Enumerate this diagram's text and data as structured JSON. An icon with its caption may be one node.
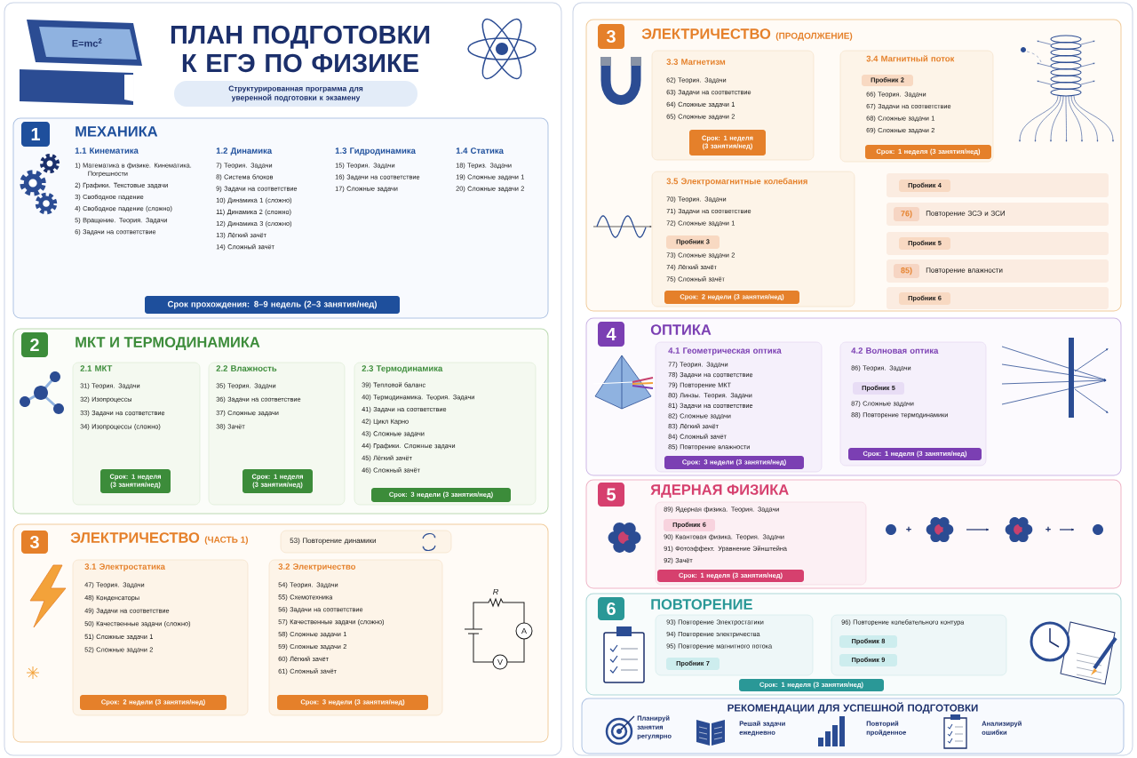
{
  "diagram": {
    "title": "ПЛАН ПОДГОТОВКИ К ЕГЭ ПО ФИЗИКЕ",
    "nodes": [
      {
        "text": [
          "Структурированная программа для уверенной подготовки к экзамену"
        ]
      },
      {
        "text": [
          "МЕХАНИКА",
          "1.1 Кинематика",
          "1) Математика в физике. Кинематика. Погрешности",
          "2) Графики. Текстовые задачи",
          "3) Свободное падение",
          "4) Свободное падение (сложно)",
          "5) Вращение. Теория. Задачи",
          "6) Задачи на соответствие",
          "1.2 Динамика",
          "7) Теория. Задачи",
          "8) Система блоков",
          "9) Задачи на соответствие",
          "10) Динамика 1 (сложно)",
          "11) Динамика 2 (сложно)",
          "12) Динамика 3 (сложно)",
          "13) Лёгкий зачёт",
          "14) Сложный зачёт",
          "1.3 Гидродинамика",
          "15) Теория. Задачи",
          "16) Задачи на соответствие",
          "17) Сложные задачи",
          "1.4 Статика",
          "18) Териз. Задачи",
          "19) Сложные задачи 1",
          "20) Сложные задачи 2"
        ]
      },
      {
        "text": [
          "1"
        ],
        "in": 1
      },
      {
        "text": [
          "Срок прохождения: 8–9 недель (2–3 занятия/нед)"
        ],
        "in": 1
      },
      {
        "text": [
          "МКТ И ТЕРМОДИНАМИКА"
        ]
      },
      {
        "text": [
          "2"
        ],
        "in": 4
      },
      {
        "text": [
          "2.1 МКТ",
          "31) Теория. Задачи",
          "32) Изопроцессы",
          "33) Задачи на соответствие",
          "34) Изопроцессы (сложно)"
        ],
        "in": 4
      },
      {
        "text": [
          "Срок: 1 неделя (3 занятия/нед)"
        ],
        "in": 6
      },
      {
        "text": [
          "2.2 Влажность",
          "35) Теория. Задачи",
          "36) Задачи на соответствие",
          "37) Сложные задачи",
          "38) Зачёт"
        ],
        "in": 4
      },
      {
        "text": [
          "Срок: 1 неделя (3 занятия/нед)"
        ],
        "in": 8
      },
      {
        "text": [
          "2.3 Термодинамика",
          "39) Тепловой баланс",
          "40) Термодинамика. Теория. Задачи",
          "41) Задачи на соответствие",
          "42) Цикл Карно",
          "43) Сложные задачи",
          "44) Графики. Сложные задачи",
          "45) Лёгкий зачёт",
          "46) Сложный зачёт"
        ],
        "in": 4
      },
      {
        "text": [
          "Срок: 3 недели (3 занятия/нед)"
        ],
        "in": 10
      },
      {
        "text": [
          "ЭЛЕКТРИЧЕСТВО",
          "(ЧАСТЬ 1)"
        ]
      },
      {
        "text": [
          "3"
        ],
        "in": 12
      },
      {
        "text": [
          "53) Повторение динамики"
        ],
        "in": 12
      },
      {
        "text": [
          "3.1 Электростатика",
          "47) Теория. Задачи",
          "48) Конденсаторы",
          "49) Задачи на соответствие",
          "50) Качественные задачи (сложно)",
          "51) Сложные задачи 1",
          "52) Сложные задачи 2"
        ],
        "in": 12
      },
      {
        "text": [
          "Срок: 2 недели (3 занятия/нед)"
        ],
        "in": 15
      },
      {
        "text": [
          "3.2 Электричество",
          "54) Теория. Задачи",
          "55) Схемотехника",
          "56) Задачи на соответствие",
          "57) Качественные задачи (сложно)",
          "58) Сложные задачи 1",
          "59) Сложные задачи 2",
          "60) Лёгкий зачёт",
          "61) Сложный зачёт"
        ],
        "in": 12
      },
      {
        "text": [
          "Срок: 3 недели (3 занятия/нед)"
        ],
        "in": 17
      },
      {
        "text": [
          "ЭЛЕКТРИЧЕСТВО",
          "(ПРОДОЛЖЕНИЕ)"
        ]
      },
      {
        "text": [
          "3"
        ],
        "in": 19
      },
      {
        "text": [
          "3.3 Магнетизм",
          "62) Теория. Задачи",
          "63) Задачи на соответствие",
          "64) Сложные задачи 1",
          "65) Сложные задачи 2"
        ],
        "in": 19
      },
      {
        "text": [
          "Срок: 1 неделя (3 занятия/нед)"
        ],
        "in": 21
      },
      {
        "text": [
          "3.4 Магнитный поток",
          "66) Теория. Задачи",
          "67) Задачи на соответствие",
          "68) Сложные задачи 1",
          "69) Сложные задачи 2"
        ],
        "in": 19
      },
      {
        "text": [
          "Пробник 2"
        ],
        "in": 23
      },
      {
        "text": [
          "Срок: 1 неделя (3 занятия/нед)"
        ],
        "in": 23
      },
      {
        "text": [
          "3.5 Электромагнитные колебания",
          "70) Теория. Задачи",
          "71) Задачи на соответствие",
          "72) Сложные задачи 1",
          "73) Сложные задачи 2",
          "74) Лёгкий зачёт",
          "75) Сложный зачёт"
        ],
        "in": 19
      },
      {
        "text": [
          "Пробник 3"
        ],
        "in": 26
      },
      {
        "text": [
          "Срок: 2 недели (3 занятия/нед)"
        ],
        "in": 26
      },
      {
        "text": [],
        "shape": "bar",
        "in": 19
      },
      {
        "text": [
          "Пробник 4"
        ],
        "in": 29
      },
      {
        "text": [
          "Повторение ЗСЭ и ЗСИ"
        ],
        "in": 19
      },
      {
        "text": [
          "76)"
        ],
        "in": 31
      },
      {
        "text": [],
        "shape": "bar",
        "in": 19
      },
      {
        "text": [
          "Пробник 5"
        ],
        "in": 33
      },
      {
        "text": [
          "Повторение влажности"
        ],
        "in": 19
      },
      {
        "text": [
          "85)"
        ],
        "in": 35
      },
      {
        "text": [],
        "shape": "bar",
        "in": 19
      },
      {
        "text": [
          "Пробник 6"
        ],
        "in": 37
      },
      {
        "text": [
          "ОПТИКА"
        ]
      },
      {
        "text": [
          "4"
        ],
        "in": 39
      },
      {
        "text": [
          "4.1 Геометрическая оптика",
          "77) Теория. Задачи",
          "78) Задачи на соответствие",
          "79) Повторение МКТ",
          "80) Линзы. Теория. Задачи",
          "81) Задачи на соответствие",
          "82) Сложные задачи",
          "83) Лёгкий зачёт",
          "84) Сложный зачёт",
          "85) Повторение влажности"
        ],
        "in": 39
      },
      {
        "text": [
          "Срок: 3 недели (3 занятия/нед)"
        ],
        "in": 41
      },
      {
        "text": [
          "4.2 Волновая оптика",
          "86) Теория. Задачи",
          "87) Сложные задачи",
          "88) Повторение термодинамики"
        ],
        "in": 39
      },
      {
        "text": [
          "Пробник 5"
        ],
        "in": 43
      },
      {
        "text": [
          "Срок: 1 неделя (3 занятия/нед)"
        ],
        "in": 43
      },
      {
        "text": [
          "ЯДЕРНАЯ ФИЗИКА"
        ]
      },
      {
        "text": [
          "5"
        ],
        "in": 46
      },
      {
        "text": [
          "89) Ядерная физика. Теория. Задачи",
          "90) Квантовая физика. Теория. Задачи",
          "91) Фотоэффект. Уравнение Эйнштейна",
          "92) Зачёт"
        ],
        "in": 46
      },
      {
        "text": [
          "Пробник 6"
        ],
        "in": 48
      },
      {
        "text": [
          "Срок: 1 неделя (3 занятия/нед)"
        ],
        "in": 48
      },
      {
        "text": [
          "ПОВТОРЕНИЕ"
        ]
      },
      {
        "text": [
          "6"
        ],
        "in": 51
      },
      {
        "text": [
          "93) Повторение Электростатики",
          "94) Повторение электричества",
          "95) Повторение магнитного потока"
        ],
        "in": 51
      },
      {
        "text": [
          "Пробник 7"
        ],
        "in": 53
      },
      {
        "text": [
          "96) Повторение колебательного контура"
        ],
        "in": 51
      },
      {
        "text": [
          "Пробник 8"
        ],
        "in": 55
      },
      {
        "text": [
          "Пробник 9"
        ],
        "in": 55
      },
      {
        "text": [
          "Срок: 1 неделя (3 занятия/нед)"
        ],
        "in": 51
      },
      {
        "text": [
          "РЕКОМЕНДАЦИИ ДЛЯ УСПЕШНОЙ ПОДГОТОВКИ",
          "Планируй занятия регулярно",
          "Решай задачи ежедневно",
          "Повторий пройденное",
          "Анализируй ошибки"
        ]
      }
    ],
    "labels": [
      "E=mc$^{2}$",
      "R",
      "A",
      "V",
      "+",
      "+"
    ]
  }
}
